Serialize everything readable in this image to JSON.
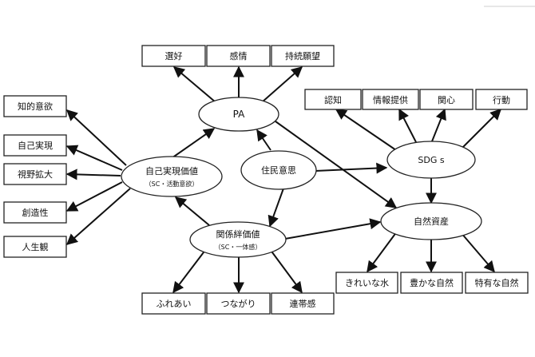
{
  "boxes": {
    "preference": "選好",
    "emotion": "感情",
    "continuation_wish": "持続願望",
    "intellectual_desire": "知的意欲",
    "self_actualization": "自己実現",
    "broadened_view": "視野拡大",
    "creativity": "創造性",
    "view_of_life": "人生観",
    "recognition": "認知",
    "info_provision": "情報提供",
    "interest": "関心",
    "action": "行動",
    "kind": "きれいな水",
    "rich_nature": "豊かな自然",
    "unique_nature": "特有な自然",
    "touch": "ふれあい",
    "connection": "つながり",
    "solidarity": "連帯感"
  },
  "nodes": {
    "pa": "PA",
    "self_value": "自己実現価値",
    "self_value_sub": "（SC・活動意欲）",
    "resident": "住民意思",
    "sdgs": "SDG s",
    "bond_value": "関係絆価値",
    "bond_value_sub": "（SC・一体感）",
    "natural_assets": "自然資産"
  }
}
